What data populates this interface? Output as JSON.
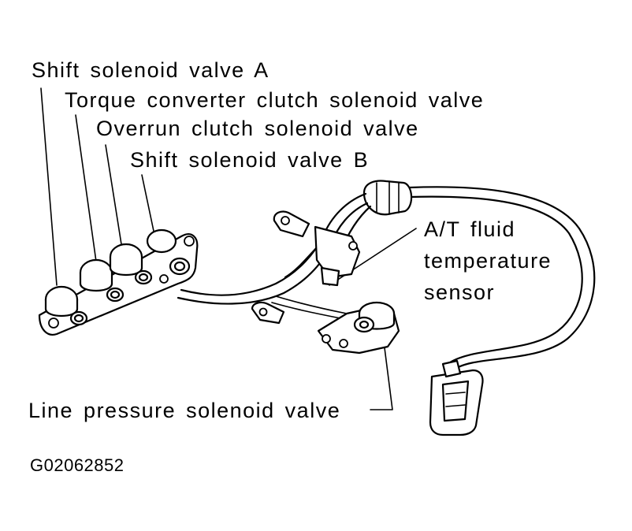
{
  "labels": {
    "shift_solenoid_a": "Shift solenoid valve A",
    "torque_converter_clutch": "Torque converter clutch solenoid valve",
    "overrun_clutch": "Overrun clutch solenoid valve",
    "shift_solenoid_b": "Shift solenoid valve B",
    "fluid_temp_line1": "A/T fluid",
    "fluid_temp_line2": "temperature",
    "fluid_temp_line3": "sensor",
    "line_pressure": "Line pressure solenoid valve"
  },
  "figure_code": "G02062852"
}
